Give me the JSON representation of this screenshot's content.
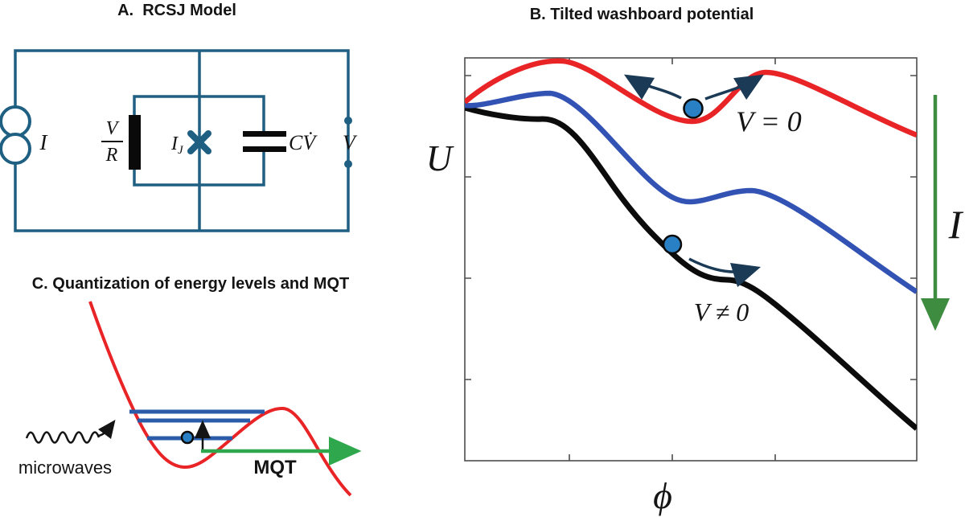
{
  "figure": {
    "panel_a": {
      "title": "A.  RCSJ Model",
      "source_label": "I",
      "resistor_numerator": "V",
      "resistor_denominator": "R",
      "junction_label": "I",
      "junction_subscript": "J",
      "capacitor_label": "CV̇",
      "terminal_label": "V",
      "wire_color": "#1e5f82"
    },
    "panel_b": {
      "title": "B. Tilted washboard potential",
      "y_axis_label": "U",
      "x_axis_label": "ϕ",
      "current_arrow_label": "I",
      "current_arrow_color": "#3e8c40",
      "ball_color": "#2980c4",
      "oscillation_arrow_color": "#1b3a55",
      "curves": [
        {
          "name": "small-tilt",
          "label": "V = 0",
          "color": "#e92427"
        },
        {
          "name": "medium-tilt",
          "label": "",
          "color": "#3252b4"
        },
        {
          "name": "large-tilt",
          "label": "V ≠ 0",
          "color": "#0c0c0c"
        }
      ]
    },
    "panel_c": {
      "title": "C. Quantization of energy levels and MQT",
      "microwaves_label": "microwaves",
      "mqt_label": "MQT",
      "well_color": "#e92427",
      "energy_level_color": "#2a5caa",
      "energy_levels_count": 3,
      "mqt_arrow_color": "#2fa84d",
      "ball_color": "#2980c4"
    }
  }
}
